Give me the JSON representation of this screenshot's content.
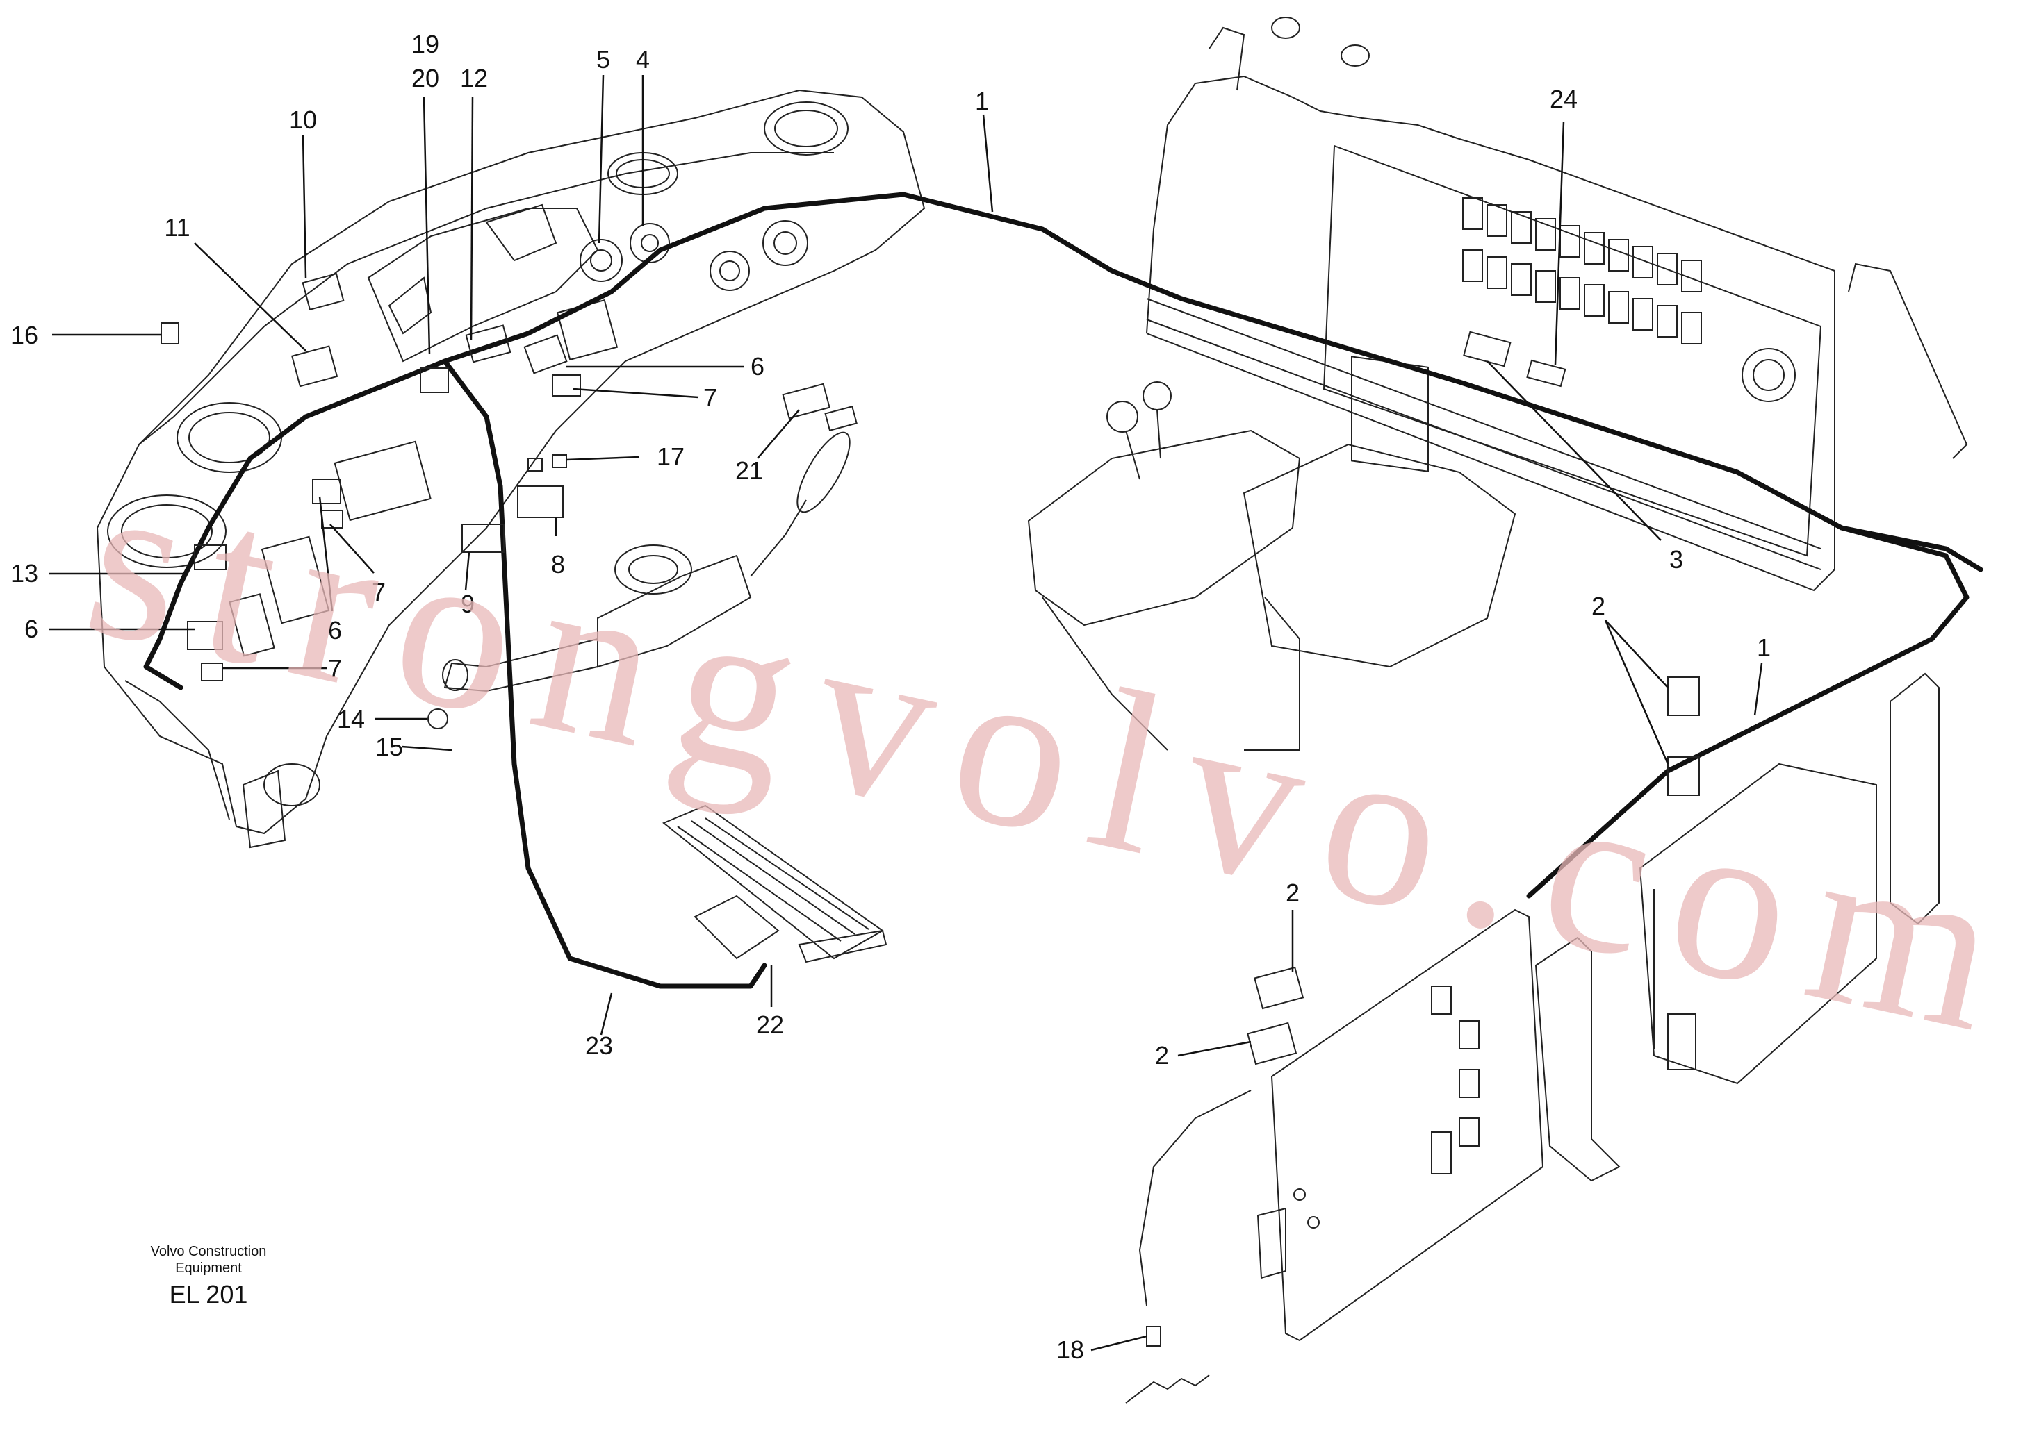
{
  "credit": {
    "line1": "Volvo Construction",
    "line2": "Equipment",
    "code": "EL 201"
  },
  "watermark": "strongvolvo.com",
  "callouts": [
    {
      "id": "c19",
      "text": "19"
    },
    {
      "id": "c20",
      "text": "20"
    },
    {
      "id": "c12",
      "text": "12"
    },
    {
      "id": "c5",
      "text": "5"
    },
    {
      "id": "c4",
      "text": "4"
    },
    {
      "id": "c10",
      "text": "10"
    },
    {
      "id": "c11",
      "text": "11"
    },
    {
      "id": "c16",
      "text": "16"
    },
    {
      "id": "c1a",
      "text": "1"
    },
    {
      "id": "c24",
      "text": "24"
    },
    {
      "id": "c6a",
      "text": "6"
    },
    {
      "id": "c7a",
      "text": "7"
    },
    {
      "id": "c17",
      "text": "17"
    },
    {
      "id": "c21",
      "text": "21"
    },
    {
      "id": "c13",
      "text": "13"
    },
    {
      "id": "c7b",
      "text": "7"
    },
    {
      "id": "c6b",
      "text": "6"
    },
    {
      "id": "c9",
      "text": "9"
    },
    {
      "id": "c8",
      "text": "8"
    },
    {
      "id": "c3",
      "text": "3"
    },
    {
      "id": "c6c",
      "text": "6"
    },
    {
      "id": "c7c",
      "text": "7"
    },
    {
      "id": "c2a",
      "text": "2"
    },
    {
      "id": "c1b",
      "text": "1"
    },
    {
      "id": "c14",
      "text": "14"
    },
    {
      "id": "c15",
      "text": "15"
    },
    {
      "id": "c2b",
      "text": "2"
    },
    {
      "id": "c2c",
      "text": "2"
    },
    {
      "id": "c23",
      "text": "23"
    },
    {
      "id": "c22",
      "text": "22"
    },
    {
      "id": "c18",
      "text": "18"
    }
  ],
  "colors": {
    "line": "#111111",
    "watermark": "#e8b8b8",
    "background": "#ffffff"
  }
}
